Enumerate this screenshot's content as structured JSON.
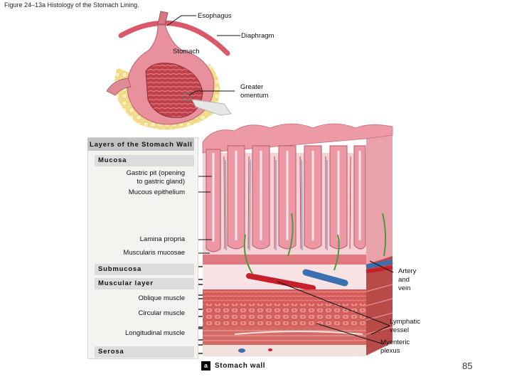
{
  "figure_title": "Figure 24–13a Histology of the Stomach Lining.",
  "organ_labels": {
    "esophagus": "Esophagus",
    "diaphragm": "Diaphragm",
    "stomach": "Stomach",
    "greater_omentum_line1": "Greater",
    "greater_omentum_line2": "omentum"
  },
  "layers_panel": {
    "title": "Layers of the Stomach Wall",
    "mucosa": "Mucosa",
    "gastric_pit_line1": "Gastric pit (opening",
    "gastric_pit_line2": "to gastric gland)",
    "mucous_epithelium": "Mucous epithelium",
    "lamina_propria": "Lamina propria",
    "muscularis_mucosae": "Muscularis mucosae",
    "submucosa": "Submucosa",
    "muscular_layer": "Muscular layer",
    "oblique_muscle": "Oblique muscle",
    "circular_muscle": "Circular muscle",
    "longitudinal_muscle": "Longitudinal muscle",
    "serosa": "Serosa"
  },
  "right_labels": {
    "artery_line1": "Artery",
    "artery_line2": "and",
    "artery_line3": "vein",
    "lymphatic_line1": "Lymphatic",
    "lymphatic_line2": "vessel",
    "myenteric_line1": "Myenteric",
    "myenteric_line2": "plexus"
  },
  "caption": {
    "tag": "a",
    "text": "Stomach wall"
  },
  "page_number": "85",
  "colors": {
    "mucosa_pink": "#e58a98",
    "muscle_red": "#c94a47",
    "artery_red": "#c8202a",
    "vein_blue": "#3b6fb0",
    "nerve_green": "#4a9a3c",
    "fat_yellow": "#f2dc8a"
  }
}
